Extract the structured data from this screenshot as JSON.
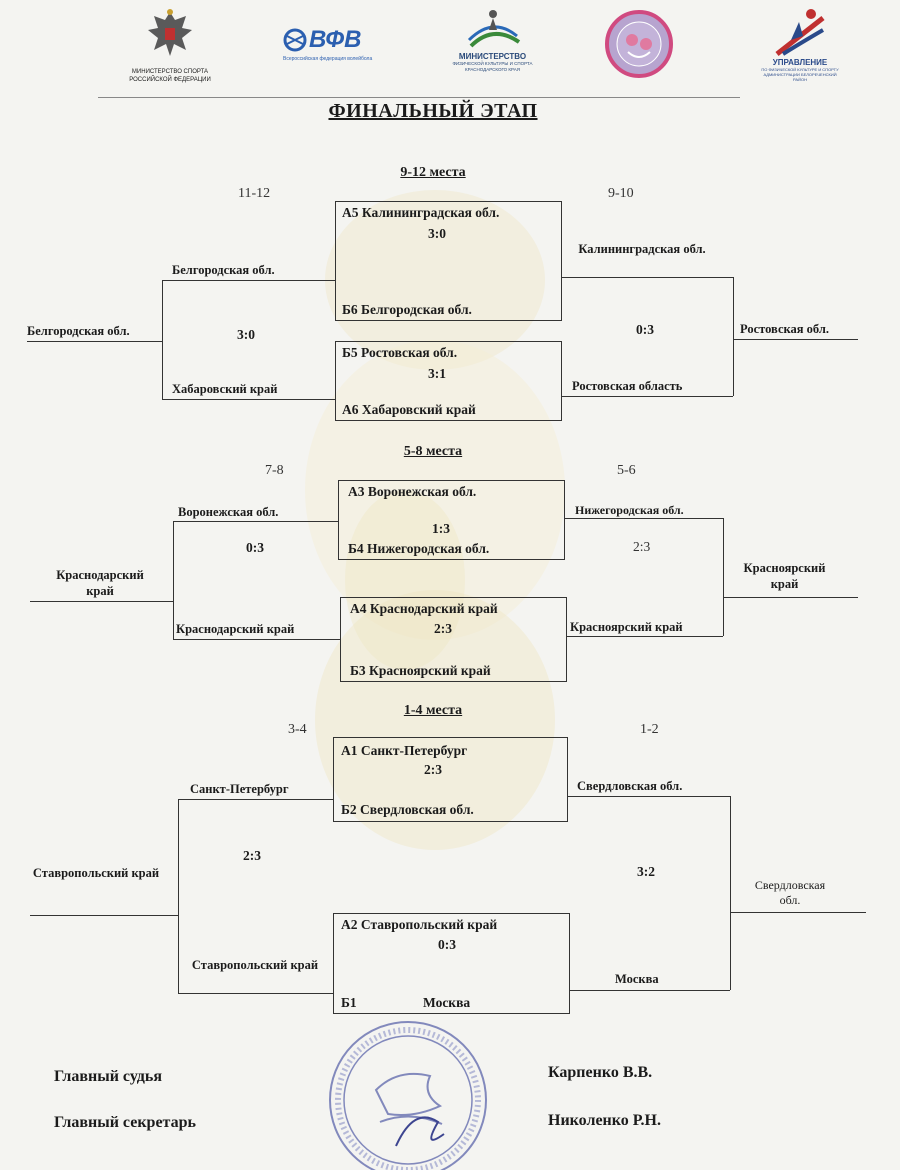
{
  "header": {
    "logos": [
      {
        "icon": "eagle-emblem-icon",
        "caption": "МИНИСТЕРСТВО СПОРТА РОССИЙСКОЙ ФЕДЕРАЦИИ"
      },
      {
        "icon": "vfv-logo-icon",
        "caption": "ВФВ",
        "subcaption": "Всероссийская федерация волейбола"
      },
      {
        "icon": "ministry-kk-logo-icon",
        "caption": "МИНИСТЕРСТВО",
        "subcaption": "ФИЗИЧЕСКОЙ КУЛЬТУРЫ И СПОРТА КРАСНОДАРСКОГО КРАЯ"
      },
      {
        "icon": "round-volleyball-emblem-icon",
        "caption": ""
      },
      {
        "icon": "sport-department-logo-icon",
        "caption": "УПРАВЛЕНИЕ",
        "subcaption": "ПО ФИЗИЧЕСКОЙ КУЛЬТУРЕ И СПОРТУ АДМИНИСТРАЦИИ БЕЛОРЕЧЕНСКИЙ РАЙОН"
      }
    ]
  },
  "title": "ФИНАЛЬНЫЙ ЭТАП",
  "sections": {
    "s912": {
      "title": "9-12 места",
      "left_place": "11-12",
      "right_place": "9-10",
      "box1": {
        "l1": "А5  Калининградская обл.",
        "score": "3:0",
        "l2": "Б6  Белгородская обл."
      },
      "box2": {
        "l1": "Б5   Ростовская обл.",
        "score": "3:1",
        "l2": "А6   Хабаровский край"
      },
      "left_upper": "Белгородская обл.",
      "left_lower": "Хабаровский край",
      "left_score": "3:0",
      "left_winner": "Белгородская обл.",
      "right_upper": "Калининградская обл.",
      "right_lower": "Ростовская область",
      "right_score": "0:3",
      "right_winner": "Ростовская обл."
    },
    "s58": {
      "title": "5-8 места",
      "left_place": "7-8",
      "right_place": "5-6",
      "box1": {
        "l1": "А3 Воронежская обл.",
        "score": "1:3",
        "l2": "Б4 Нижегородская обл."
      },
      "box2": {
        "l1": "А4 Краснодарский край",
        "score": "2:3",
        "l2": "Б3 Красноярский край"
      },
      "left_upper": "Воронежская обл.",
      "left_lower": "Краснодарский край",
      "left_score": "0:3",
      "left_winner": "Краснодарский край",
      "right_upper": "Нижегородская обл.",
      "right_lower": "Красноярский край",
      "right_score": "2:3",
      "right_winner": "Красноярский край"
    },
    "s14": {
      "title": "1-4 места",
      "left_place": "3-4",
      "right_place": "1-2",
      "box1": {
        "l1": "А1   Санкт-Петербург",
        "score": "2:3",
        "l2": "Б2   Свердловская обл."
      },
      "box2": {
        "l1": "А2   Ставропольский край",
        "score": "0:3",
        "l2a": "Б1",
        "l2b": "Москва"
      },
      "left_upper": "Санкт-Петербург",
      "left_lower": "Ставропольский край",
      "left_score": "2:3",
      "left_winner": "Ставропольский край",
      "right_upper": "Свердловская обл.",
      "right_lower": "Москва",
      "right_score": "3:2",
      "right_winner": "Свердловская обл."
    }
  },
  "signatures": {
    "judge_label": "Главный судья",
    "judge_name": "Карпенко В.В.",
    "secretary_label": "Главный секретарь",
    "secretary_name": "Николенко Р.Н."
  },
  "stamp": {
    "icon": "official-round-stamp-icon"
  }
}
